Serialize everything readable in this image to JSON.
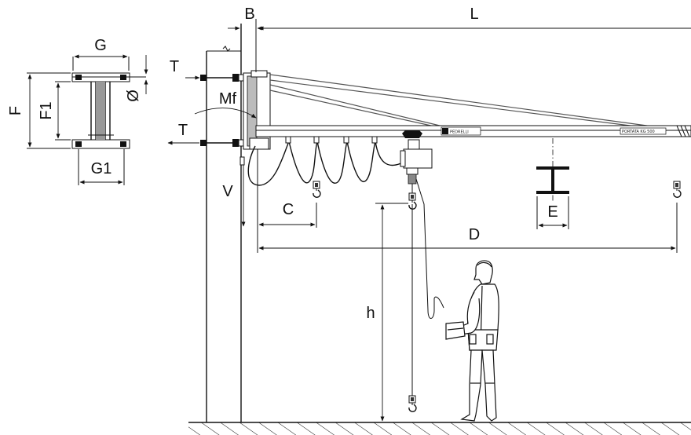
{
  "labels": {
    "g": "G",
    "f": "F",
    "f1": "F1",
    "g1": "G1",
    "diameter": "Ø",
    "t_top": "T",
    "t_bottom": "T",
    "b": "B",
    "l": "L",
    "mf": "Mf",
    "v": "V",
    "c": "C",
    "e": "E",
    "d": "D",
    "h": "h"
  },
  "beam_text": {
    "brand": "PEDRELLI",
    "capacity": "PORTATA KG 500"
  }
}
